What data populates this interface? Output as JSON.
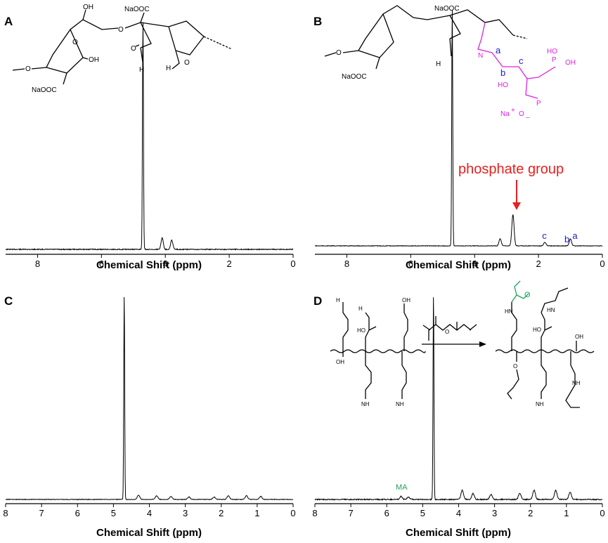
{
  "chart_data": [
    {
      "panel": "A",
      "type": "line",
      "xlabel": "Chemical Shift (ppm)",
      "xlim": [
        9,
        0
      ],
      "x_ticks": [
        8,
        6,
        4,
        2,
        0
      ],
      "peaks": [
        {
          "x": 4.7,
          "height": 1.0
        },
        {
          "x": 4.1,
          "height": 0.05
        },
        {
          "x": 3.8,
          "height": 0.04
        }
      ],
      "annotations": {
        "na_top": "NaOOC",
        "na_bottom": "NaOOC",
        "oh1": "OH",
        "oh2": "OH",
        "h1": "H",
        "h2": "H",
        "o1": "O",
        "o2": "O",
        "o3": "O",
        "o4": "O",
        "o5": "O"
      }
    },
    {
      "panel": "B",
      "type": "line",
      "xlabel": "Chemical Shift (ppm)",
      "xlim": [
        9,
        0
      ],
      "x_ticks": [
        8,
        6,
        4,
        2,
        0
      ],
      "peaks": [
        {
          "x": 4.7,
          "height": 1.0
        },
        {
          "x": 3.2,
          "height": 0.03
        },
        {
          "x": 2.8,
          "height": 0.13
        },
        {
          "x": 1.8,
          "height": 0.015
        },
        {
          "x": 1.0,
          "height": 0.03
        }
      ],
      "annotations": {
        "phosphate": "phosphate group",
        "label_a": "a",
        "label_b": "b",
        "label_c": "c",
        "peak_c": "c",
        "peak_b": "b",
        "peak_a": "a",
        "na_top": "NaOOC",
        "na_bottom": "NaOOC",
        "n": "N",
        "ho": "HO",
        "ho2": "HO",
        "oh": "OH",
        "p1": "P",
        "p2": "P",
        "o": "O",
        "na_plus": "Na",
        "plus": "+",
        "o_minus": "O",
        "minus": "–",
        "h": "H"
      }
    },
    {
      "panel": "C",
      "type": "line",
      "xlabel": "Chemical Shift (ppm)",
      "xlim": [
        8,
        0
      ],
      "x_ticks": [
        8,
        7,
        6,
        5,
        4,
        3,
        2,
        1,
        0
      ],
      "peaks": [
        {
          "x": 4.7,
          "height": 1.0
        },
        {
          "x": 4.3,
          "height": 0.02
        },
        {
          "x": 3.8,
          "height": 0.018
        },
        {
          "x": 3.4,
          "height": 0.015
        },
        {
          "x": 2.9,
          "height": 0.012
        },
        {
          "x": 2.2,
          "height": 0.012
        },
        {
          "x": 1.8,
          "height": 0.018
        },
        {
          "x": 1.3,
          "height": 0.018
        },
        {
          "x": 0.9,
          "height": 0.015
        }
      ]
    },
    {
      "panel": "D",
      "type": "line",
      "xlabel": "Chemical Shift (ppm)",
      "xlim": [
        8,
        0
      ],
      "x_ticks": [
        8,
        7,
        6,
        5,
        4,
        3,
        2,
        1,
        0
      ],
      "peaks": [
        {
          "x": 5.6,
          "height": 0.015
        },
        {
          "x": 5.4,
          "height": 0.012
        },
        {
          "x": 4.7,
          "height": 1.0
        },
        {
          "x": 3.9,
          "height": 0.045
        },
        {
          "x": 3.6,
          "height": 0.03
        },
        {
          "x": 3.1,
          "height": 0.025
        },
        {
          "x": 2.3,
          "height": 0.03
        },
        {
          "x": 1.9,
          "height": 0.045
        },
        {
          "x": 1.3,
          "height": 0.045
        },
        {
          "x": 0.9,
          "height": 0.035
        }
      ],
      "annotations": {
        "ma": "MA",
        "nh2": "NH",
        "h2n": "H",
        "oh": "OH",
        "ho": "HO",
        "hn": "HN",
        "nh": "NH",
        "o": "O"
      }
    }
  ],
  "panel_letters": [
    "A",
    "B",
    "C",
    "D"
  ]
}
